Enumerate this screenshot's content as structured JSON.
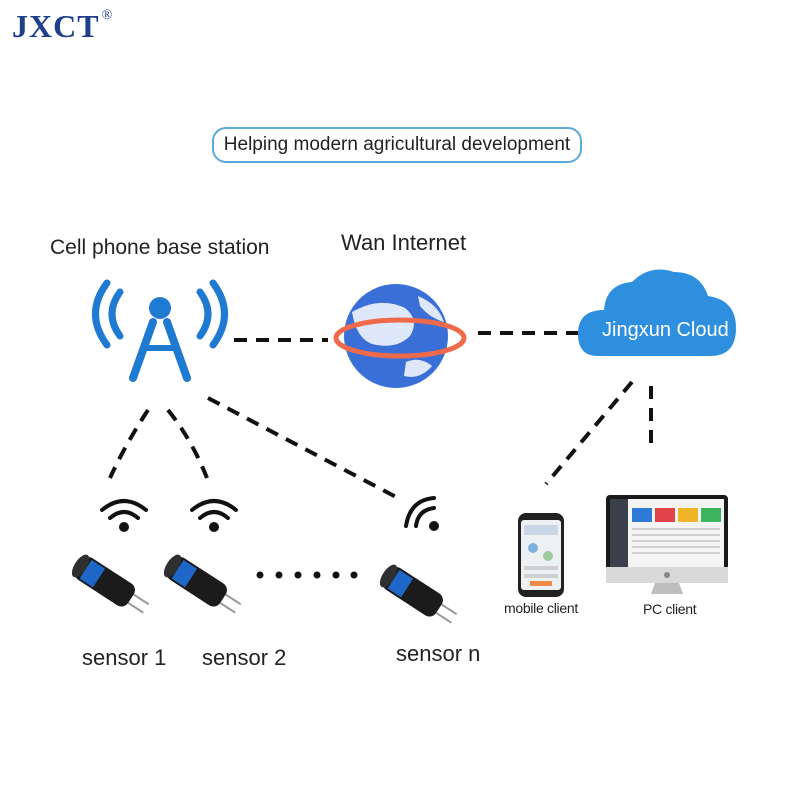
{
  "brand": {
    "logo_text": "JXCT",
    "registered_mark": "®"
  },
  "banner": {
    "text": "Helping modern agricultural development"
  },
  "nodes": {
    "base_station": {
      "label": "Cell phone base station"
    },
    "wan": {
      "label": "Wan Internet"
    },
    "cloud": {
      "label": "Jingxun Cloud"
    },
    "mobile": {
      "label": "mobile client"
    },
    "pc": {
      "label": "PC client"
    }
  },
  "sensors": [
    {
      "label": "sensor 1"
    },
    {
      "label": "sensor 2"
    },
    {
      "label": "sensor n"
    }
  ],
  "colors": {
    "brand_blue": "#1f3f8a",
    "tower_blue": "#1f7ad1",
    "cloud_blue": "#2e8fde",
    "globe_blue": "#3a6fd8",
    "ring_orange": "#ef6a4a",
    "banner_border": "#5aa9db"
  }
}
